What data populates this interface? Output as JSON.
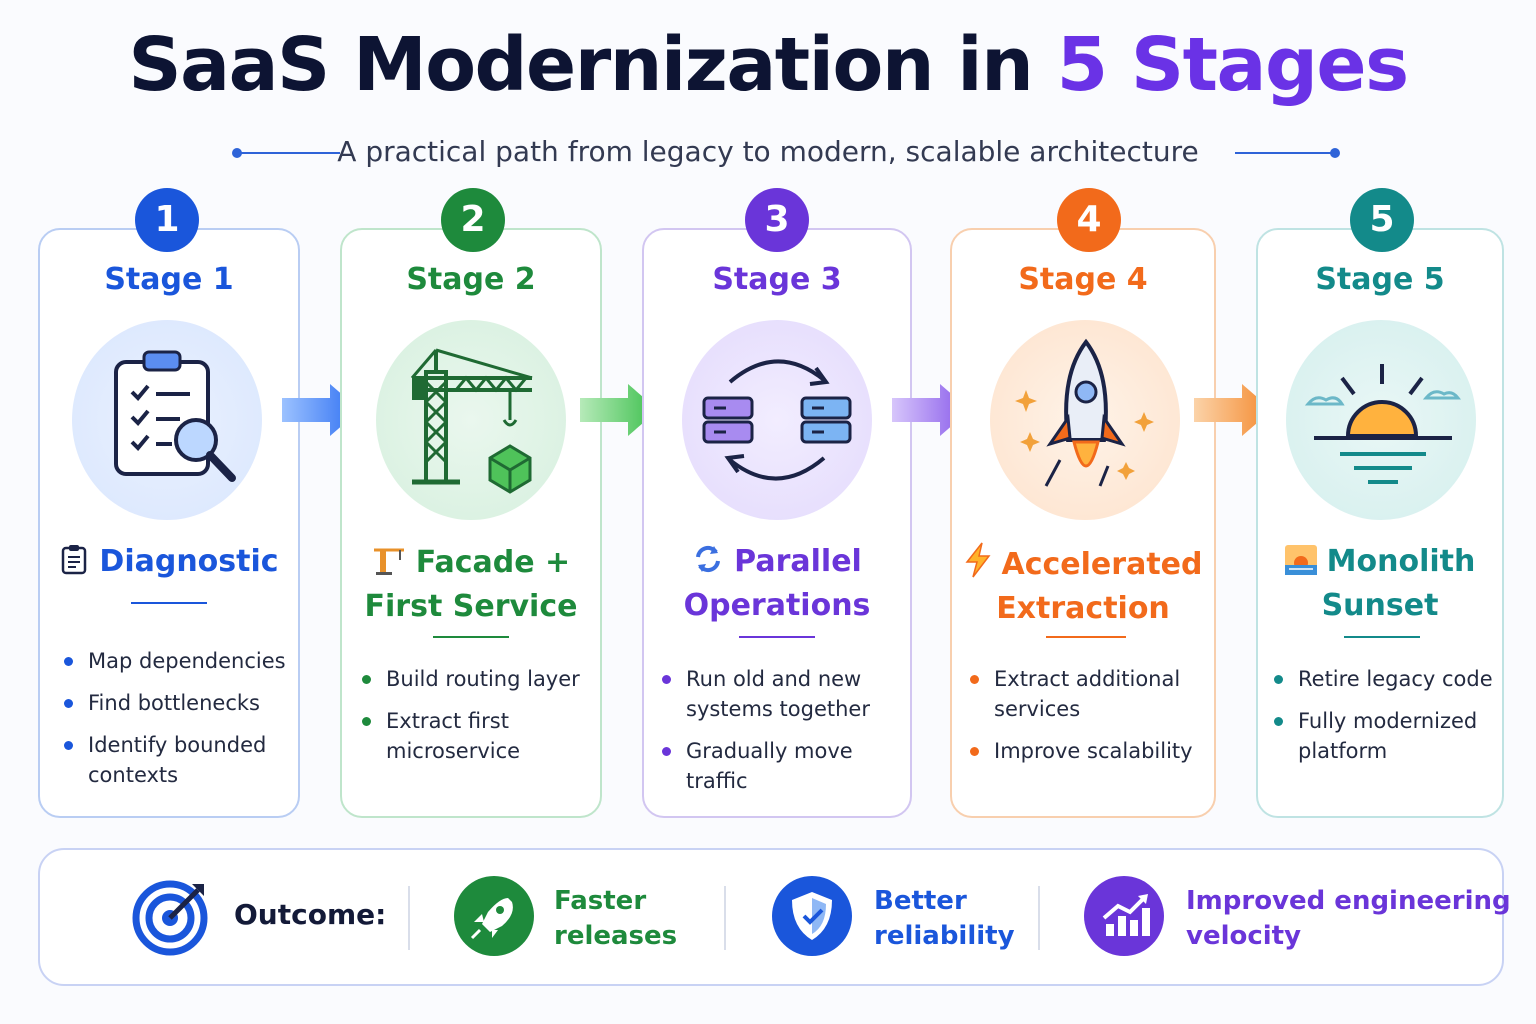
{
  "title": {
    "main": "SaaS Modernization in",
    "accent": "5 Stages"
  },
  "subtitle": "A practical path from legacy to modern, scalable architecture",
  "stages": [
    {
      "number": "1",
      "label": "Stage 1",
      "heading_line1": "Diagnostic",
      "heading_line2": "",
      "icon": "clipboard-search-icon",
      "heading_icon": "clipboard-icon",
      "color": "#1a56db",
      "bullets": [
        "Map dependencies",
        "Find bottlenecks",
        "Identify bounded contexts"
      ]
    },
    {
      "number": "2",
      "label": "Stage 2",
      "heading_line1": "Facade +",
      "heading_line2": "First Service",
      "icon": "crane-icon",
      "heading_icon": "crane-icon",
      "color": "#1e8a3c",
      "bullets": [
        "Build routing layer",
        "Extract first microservice"
      ]
    },
    {
      "number": "3",
      "label": "Stage 3",
      "heading_line1": "Parallel",
      "heading_line2": "Operations",
      "icon": "sync-servers-icon",
      "heading_icon": "refresh-icon",
      "color": "#6a35d9",
      "bullets": [
        "Run old and new systems together",
        "Gradually move traffic"
      ]
    },
    {
      "number": "4",
      "label": "Stage 4",
      "heading_line1": "Accelerated",
      "heading_line2": "Extraction",
      "icon": "rocket-icon",
      "heading_icon": "lightning-icon",
      "color": "#f26a1b",
      "bullets": [
        "Extract additional services",
        "Improve scalability"
      ]
    },
    {
      "number": "5",
      "label": "Stage 5",
      "heading_line1": "Monolith",
      "heading_line2": "Sunset",
      "icon": "sunset-icon",
      "heading_icon": "sunset-icon",
      "color": "#138a8a",
      "bullets": [
        "Retire legacy code",
        "Fully modernized platform"
      ]
    }
  ],
  "outcome": {
    "label": "Outcome:",
    "icon": "target-icon",
    "items": [
      {
        "line1": "Faster",
        "line2": "releases",
        "icon": "rocket-icon",
        "color": "#1e8a3c"
      },
      {
        "line1": "Better",
        "line2": "reliability",
        "icon": "shield-icon",
        "color": "#1a56db"
      },
      {
        "line1": "Improved engineering",
        "line2": "velocity",
        "icon": "growth-chart-icon",
        "color": "#6a35d9"
      }
    ]
  }
}
